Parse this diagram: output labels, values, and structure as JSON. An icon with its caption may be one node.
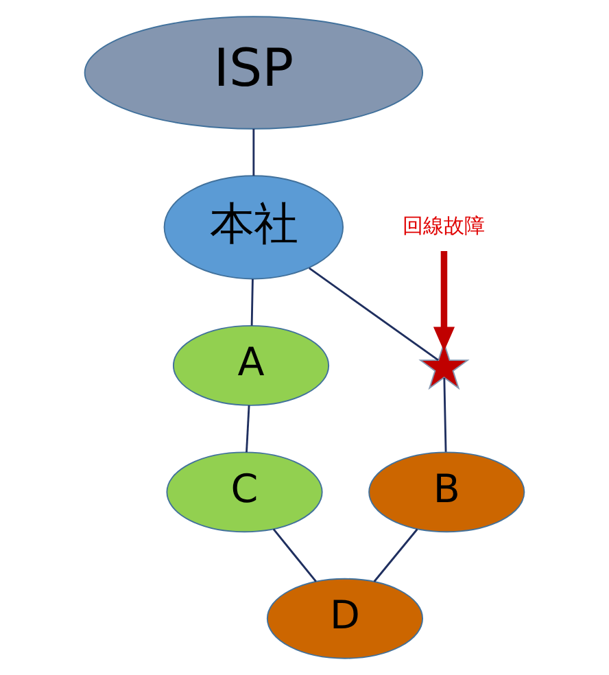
{
  "diagram": {
    "nodes": [
      {
        "text": [
          "ISP"
        ]
      },
      {
        "text": [
          "本社"
        ]
      },
      {
        "text": [
          "A"
        ]
      },
      {
        "text": [
          "B"
        ]
      },
      {
        "text": [
          "C"
        ]
      },
      {
        "text": [
          "D"
        ]
      },
      {
        "text": [
          "回線故障"
        ]
      },
      {
        "text": [],
        "shape": "star"
      }
    ],
    "edges": [
      {
        "from": 0,
        "to": 1,
        "arrow": "none"
      },
      {
        "from": 1,
        "to": 2,
        "arrow": "none"
      },
      {
        "from": 1,
        "to": 7,
        "arrow": "none"
      },
      {
        "from": 7,
        "to": 3,
        "arrow": "none"
      },
      {
        "from": 2,
        "to": 4,
        "arrow": "none"
      },
      {
        "from": 3,
        "to": 5,
        "arrow": "none"
      },
      {
        "from": 4,
        "to": 5,
        "arrow": "none"
      },
      {
        "from": 6,
        "to": 7,
        "arrow": "to",
        "style": "thick",
        "color": "#c00000"
      }
    ]
  }
}
